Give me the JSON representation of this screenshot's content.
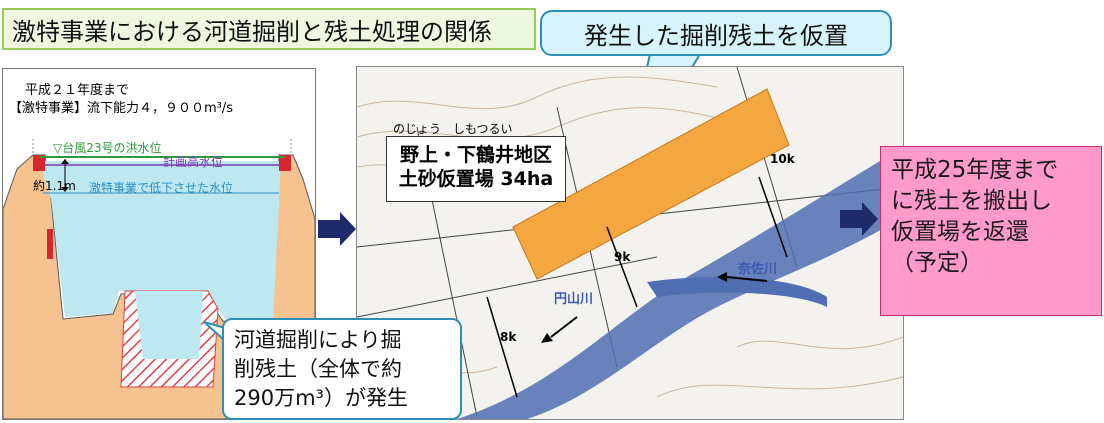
{
  "title": "激特事業における河道掘削と残土処理の関係",
  "callout_top": "発生した掘削残土を仮置",
  "left_panel": {
    "line1": "平成２１年度まで",
    "line2": "【激特事業】流下能力４，９００m³/s",
    "flood_level": "▽台風23号の洪水位",
    "plan_level": "計画高水位",
    "drop": "約1.1m",
    "lowered": "激特事業で低下させた水位"
  },
  "map": {
    "ruby": "のじょう　しもつるい",
    "label_line1": "野上・下鶴井地区",
    "label_line2": "土砂仮置場 34ha",
    "km_10": "10k",
    "km_9": "9k",
    "km_8": "8k",
    "river_narusa": "奈佐川",
    "river_maruyama": "円山川"
  },
  "note_bubble": {
    "line1": "河道掘削により掘",
    "line2": "削残土（全体で約",
    "line3": "290万m³）が発生"
  },
  "right_box": {
    "line1": "平成25年度まで",
    "line2": "に残土を搬出し",
    "line3": "仮置場を返還",
    "line4": "（予定）"
  },
  "colors": {
    "title_bg": "#eef7e0",
    "callout_bg": "#d7f3fb",
    "right_box_bg": "#ff9acb",
    "arrow": "#1f2a6b",
    "stockpile": "#f4a640",
    "river": "#4f6fb2",
    "water": "#bde8f0",
    "ground": "#f6c28f"
  }
}
